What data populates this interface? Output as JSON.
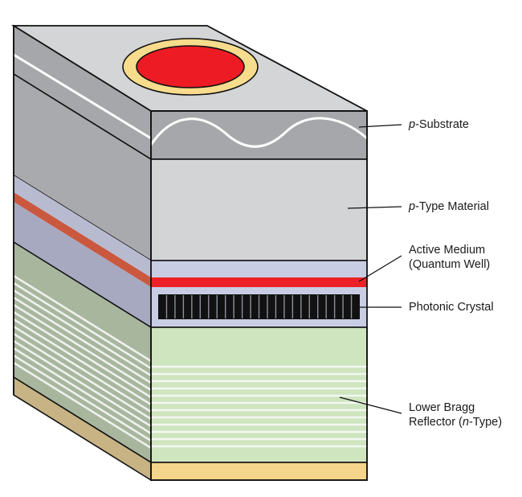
{
  "labels": {
    "p_substrate": {
      "prefix": "p",
      "rest": "-Substrate"
    },
    "p_type": {
      "prefix": "p",
      "rest": "-Type Material"
    },
    "active_line1": "Active Medium",
    "active_line2": "(Quantum Well)",
    "photonic": "Photonic Crystal",
    "bragg_line1": "Lower Bragg",
    "bragg_line2_pre": "Reflector (",
    "bragg_line2_ital": "n",
    "bragg_line2_post": "-Type)"
  },
  "colors": {
    "top_face": "#d4d5d7",
    "substrate": "#a6a7aa",
    "p_type_front": "#d3d4d6",
    "p_type_side": "#a9aaad",
    "active_front": "#ee2027",
    "active_side": "#c9583f",
    "crystal_layer_front": "#c8cde4",
    "crystal_layer_side": "#a6a9c0",
    "crystal_block": "#111111",
    "bragg_front": "#cfe5c0",
    "bragg_side": "#a7b69d",
    "bragg_stripe": "#f4f7f2",
    "base_front": "#f5d58b",
    "base_side": "#c8b385",
    "ring": "#f6dc8c",
    "red_ellipse": "#ed1c24"
  },
  "icons": {
    "aperture": "ellipse-aperture-icon"
  }
}
